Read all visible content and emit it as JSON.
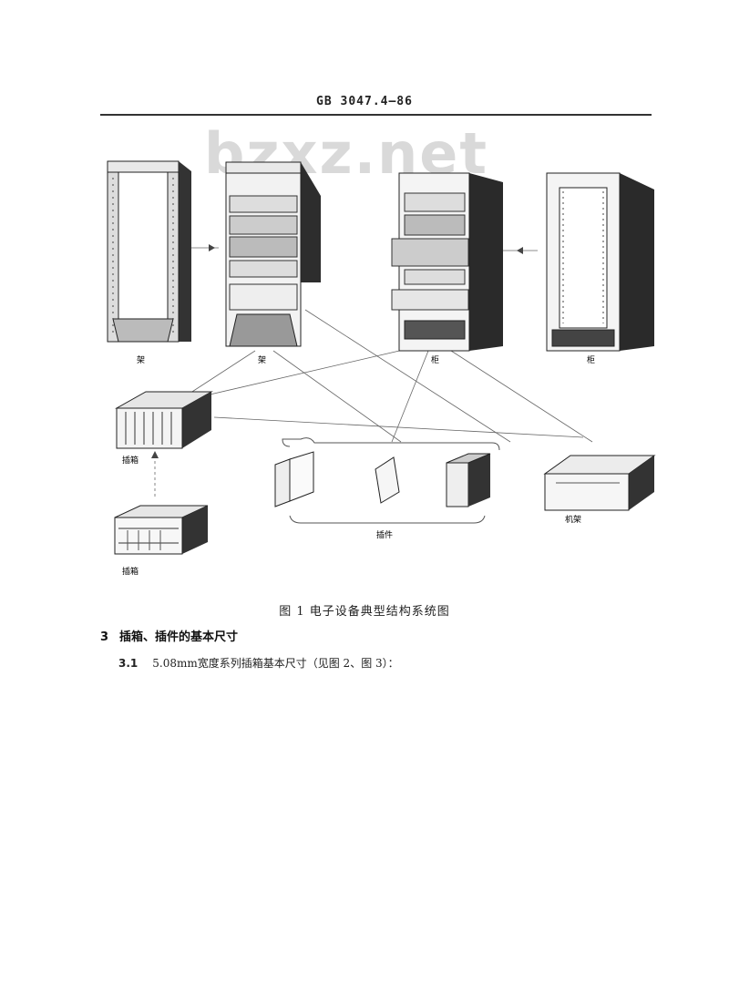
{
  "header": {
    "code": "GB 3047.4—86"
  },
  "watermark": "bzxz.net",
  "figure": {
    "labels": {
      "rack1": "架",
      "rack2": "架",
      "cabinet1": "柜",
      "cabinet2": "柜",
      "subrack1": "插箱",
      "subrack2": "插箱",
      "plugin": "插件",
      "chassis": "机架"
    },
    "caption": "图 1  电子设备典型结构系统图"
  },
  "section3": {
    "number": "3",
    "title": "插箱、插件的基本尺寸"
  },
  "section3_1": {
    "number": "3.1",
    "text": "5.08mm宽度系列插箱基本尺寸（见图 2、图 3）："
  }
}
